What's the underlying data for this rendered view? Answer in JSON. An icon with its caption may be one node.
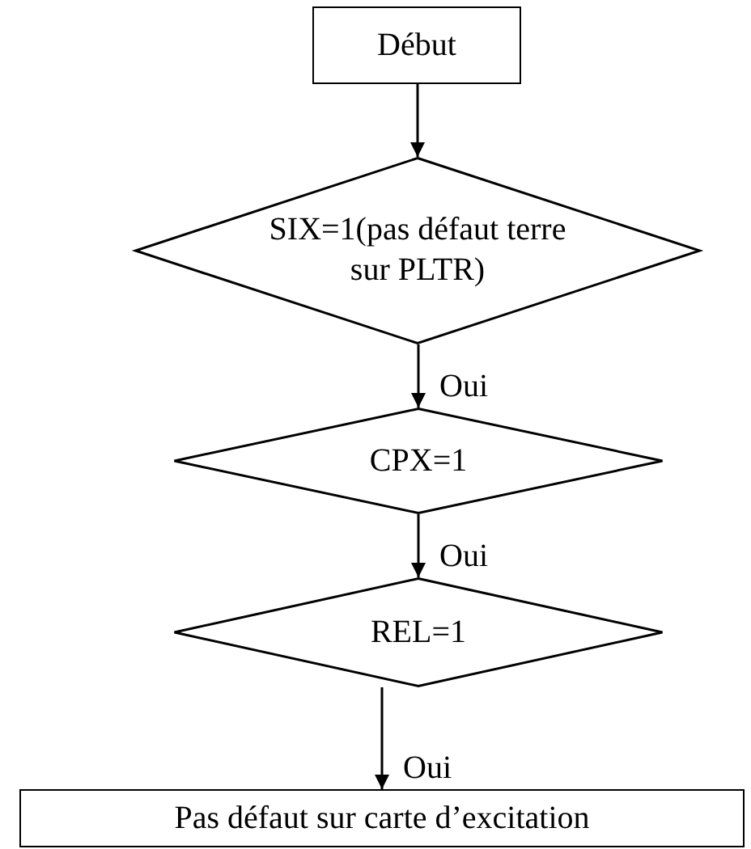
{
  "diagram": {
    "nodes": [
      {
        "text": [
          "Début"
        ]
      },
      {
        "text": [
          "SIX=1(pas défaut terre sur PLTR)"
        ]
      },
      {
        "text": [
          "CPX=1"
        ]
      },
      {
        "text": [
          "REL=1"
        ]
      },
      {
        "text": [
          "Pas défaut sur carte d’excitation"
        ]
      }
    ],
    "edges": [
      {
        "from": 0,
        "to": 1,
        "arrow": "to"
      },
      {
        "from": 1,
        "to": 2,
        "arrow": "to",
        "label": "Oui"
      },
      {
        "from": 2,
        "to": 3,
        "arrow": "to",
        "label": "Oui"
      },
      {
        "from": 3,
        "to": 4,
        "arrow": "to",
        "label": "Oui"
      }
    ]
  }
}
